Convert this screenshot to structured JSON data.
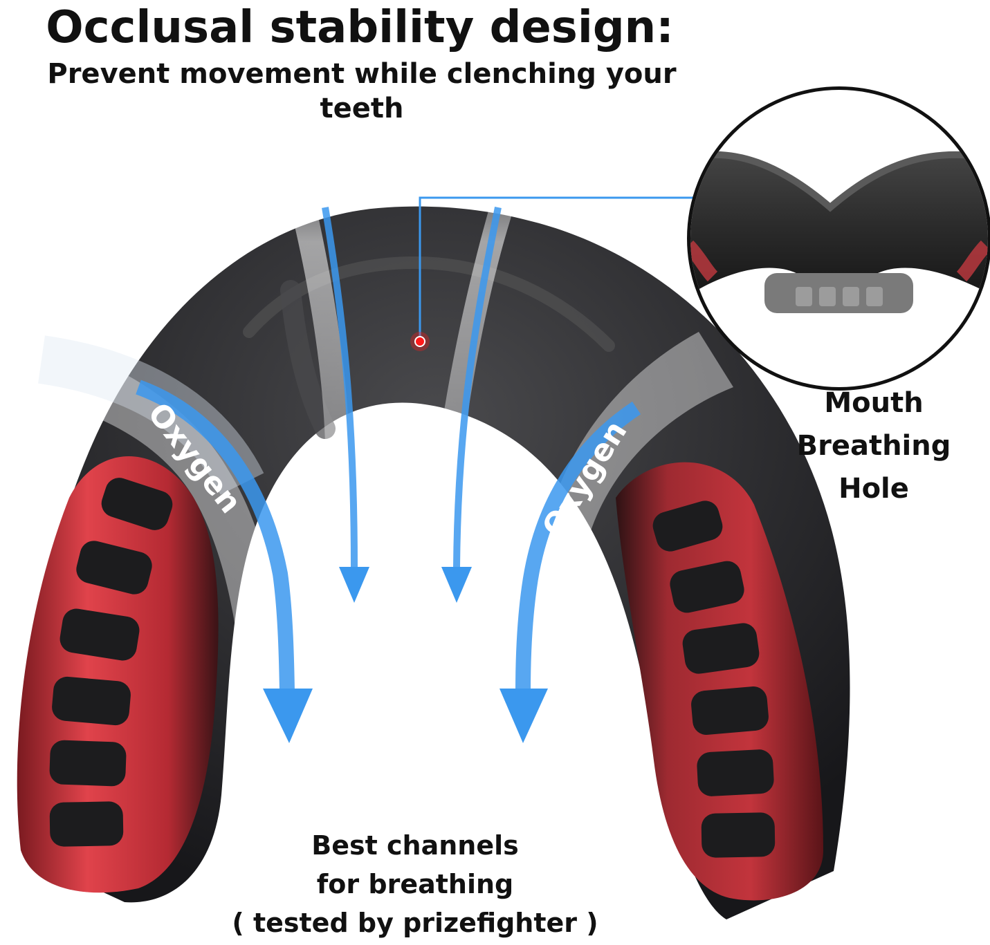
{
  "header": {
    "title": "Occlusal stability design:",
    "subtitle": "Prevent movement while clenching your teeth"
  },
  "labels": {
    "oxygen_left": "Oxygen",
    "oxygen_right": "Oxygen",
    "callout_line1": "Mouth",
    "callout_line2": "Breathing Hole",
    "bottom_line1": "Best channels",
    "bottom_line2": "for breathing",
    "bottom_line3": "( tested by prizefighter )"
  },
  "colors": {
    "guard_black": "#2a2a2c",
    "guard_red": "#c9343d",
    "arrow_blue": "#3b98ee",
    "callout_line": "#3b98ee",
    "marker_red": "#ff1a1a"
  }
}
